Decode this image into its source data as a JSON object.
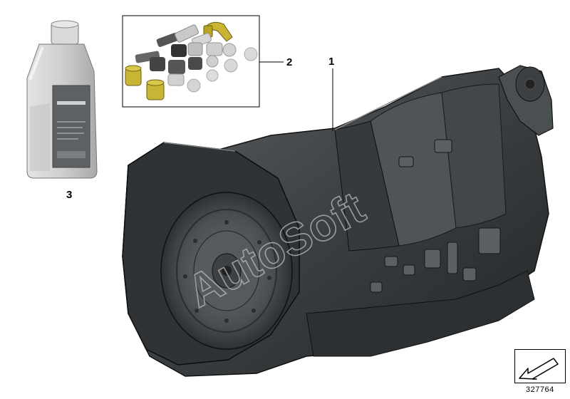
{
  "callouts": {
    "item1": "1",
    "item2": "2",
    "item3": "3"
  },
  "watermark": "AutoSoft",
  "reference_number": "327764",
  "icons": {
    "nav": "arrow-down-left-icon"
  }
}
